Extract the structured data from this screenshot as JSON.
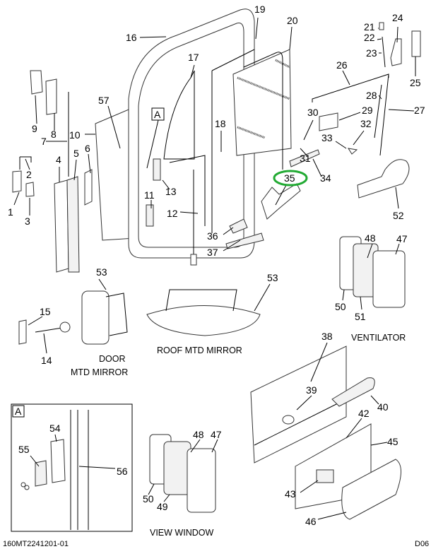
{
  "diagram": {
    "callouts": {
      "c1": "1",
      "c2": "2",
      "c3": "3",
      "c4": "4",
      "c5": "5",
      "c6": "6",
      "c7": "7",
      "c8": "8",
      "c9": "9",
      "c10": "10",
      "c11": "11",
      "c12": "12",
      "c13": "13",
      "c14": "14",
      "c15": "15",
      "c16": "16",
      "c17": "17",
      "c18": "18",
      "c19": "19",
      "c20": "20",
      "c21": "21",
      "c22": "22",
      "c23": "23",
      "c24": "24",
      "c25": "25",
      "c26": "26",
      "c27": "27",
      "c28": "28",
      "c29": "29",
      "c30": "30",
      "c31": "31",
      "c32": "32",
      "c33": "33",
      "c34": "34",
      "c35": "35",
      "c36": "36",
      "c37": "37",
      "c38": "38",
      "c39": "39",
      "c40": "40",
      "c42": "42",
      "c43": "43",
      "c45": "45",
      "c46": "46",
      "c47": "47",
      "c48": "48",
      "c49": "49",
      "c50": "50",
      "c51": "51",
      "c52": "52",
      "c53": "53",
      "c54": "54",
      "c55": "55",
      "c56": "56",
      "c57": "57"
    },
    "detail_ref": "A",
    "highlight_callout": "35",
    "highlight_color": "#22aa33",
    "captions": {
      "roof_mirror": "ROOF MTD MIRROR",
      "door_mirror_1": "DOOR",
      "door_mirror_2": "MTD MIRROR",
      "ventilator": "VENTILATOR",
      "view_window": "VIEW WINDOW"
    },
    "footer": {
      "drawing_number": "160MT2241201-01",
      "page_code": "D06"
    }
  }
}
